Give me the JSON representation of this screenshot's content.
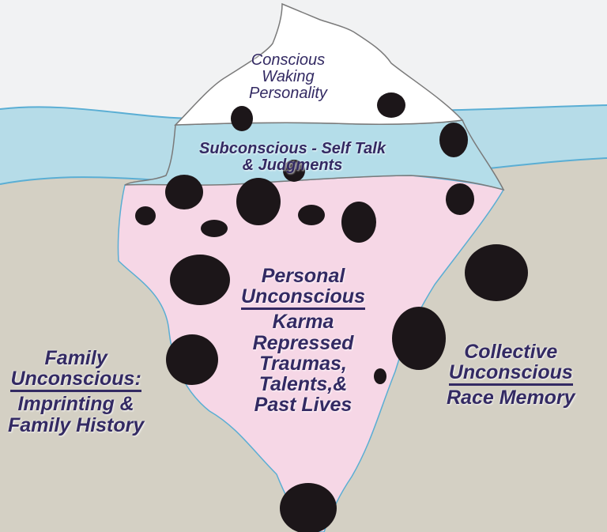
{
  "colors": {
    "sky": "#f1f2f3",
    "water": "#b6dce8",
    "waterline": "#5aaed4",
    "ground": "#d4d0c4",
    "tip": "#ffffff",
    "subconscious": "#b4dde9",
    "personal": "#f6d7e6",
    "outline": "#7a7a7a",
    "rock": "#1c1619",
    "text": "#332a63"
  },
  "labels": {
    "conscious": [
      "Conscious",
      "Waking",
      "Personality"
    ],
    "subconscious": [
      "Subconscious - Self Talk",
      "& Judgments"
    ],
    "personal": {
      "heading": [
        "Personal",
        "Unconscious"
      ],
      "lines": [
        "Karma",
        "Repressed",
        "Traumas,",
        "Talents,&",
        "Past Lives"
      ]
    },
    "family": {
      "heading": [
        "Family",
        "Unconscious:"
      ],
      "lines": [
        "Imprinting &",
        "Family History"
      ]
    },
    "collective": {
      "heading": [
        "Collective",
        "Unconscious"
      ],
      "lines": [
        "Race Memory"
      ]
    }
  }
}
